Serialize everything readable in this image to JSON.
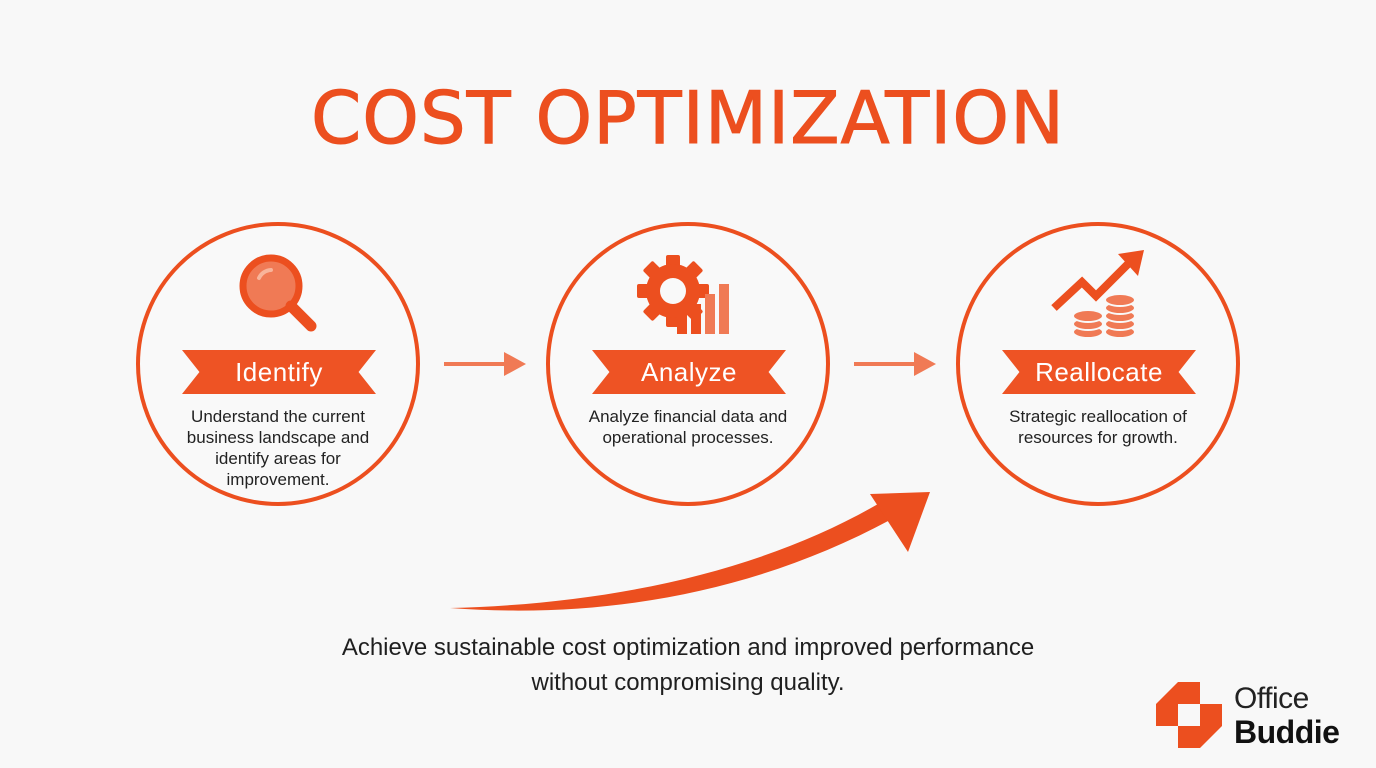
{
  "title": "COST OPTIMIZATION",
  "steps": [
    {
      "label": "Identify",
      "icon": "magnifier-icon",
      "description": "Understand the current business landscape and identify areas for improvement."
    },
    {
      "label": "Analyze",
      "icon": "gear-chart-icon",
      "description": "Analyze financial data and operational processes."
    },
    {
      "label": "Reallocate",
      "icon": "trend-coins-icon",
      "description": "Strategic reallocation of resources for growth."
    }
  ],
  "summary": "Achieve sustainable cost optimization and improved performance without compromising quality.",
  "brand": {
    "line1": "Office",
    "line2": "Buddie"
  },
  "colors": {
    "accent": "#ec4f1f",
    "accent_light": "#f59a79",
    "text": "#1f1f1f",
    "background": "#f8f8f8"
  }
}
